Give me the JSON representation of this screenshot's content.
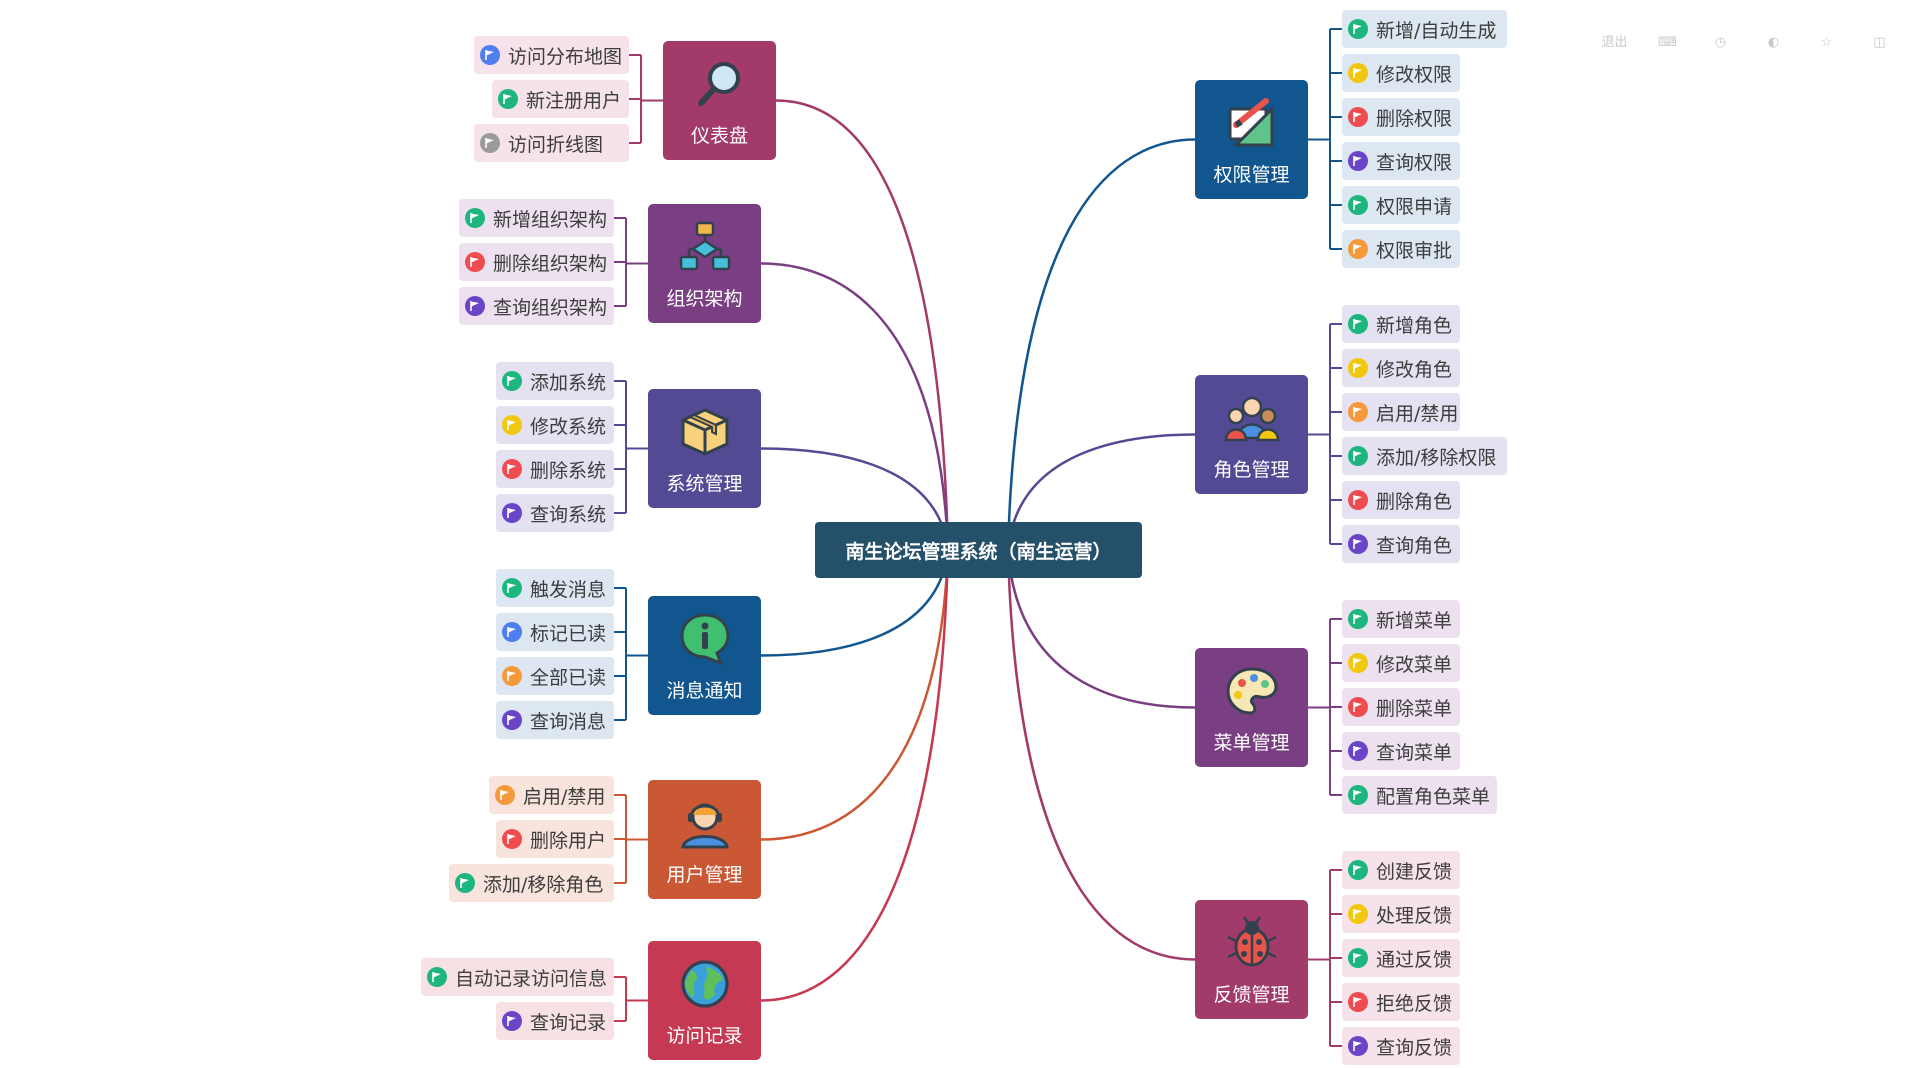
{
  "toolbar": {
    "items": [
      {
        "icon": "exit-icon",
        "label": "退出"
      },
      {
        "icon": "keyboard-icon",
        "label": ""
      },
      {
        "icon": "clock-icon",
        "label": ""
      },
      {
        "icon": "theme-icon",
        "label": ""
      },
      {
        "icon": "star-icon",
        "label": ""
      },
      {
        "icon": "panel-icon",
        "label": ""
      }
    ]
  },
  "mindmap": {
    "root": "南生论坛管理系统（南生运营）",
    "colors": {
      "root": "#24506a",
      "flag_green": "#1db67e",
      "flag_yellow": "#f2c80f",
      "flag_red": "#ef4c4f",
      "flag_purple": "#6a45c8",
      "flag_blue": "#4f7ef0",
      "flag_orange": "#f59a3b",
      "flag_gray": "#9a9a9a"
    },
    "branches": [
      {
        "label": "仪表盘",
        "icon": "magnifier-icon",
        "color": "#a23a6a",
        "leaf_bg": "#f5e2ea",
        "side": "left",
        "children": [
          {
            "label": "访问分布地图",
            "flag": "blue"
          },
          {
            "label": "新注册用户",
            "flag": "green"
          },
          {
            "label": "访问折线图",
            "flag": "gray"
          }
        ]
      },
      {
        "label": "组织架构",
        "icon": "org-chart-icon",
        "color": "#7a3e82",
        "leaf_bg": "#ede1ef",
        "side": "left",
        "children": [
          {
            "label": "新增组织架构",
            "flag": "green"
          },
          {
            "label": "删除组织架构",
            "flag": "red"
          },
          {
            "label": "查询组织架构",
            "flag": "purple"
          }
        ]
      },
      {
        "label": "系统管理",
        "icon": "box-icon",
        "color": "#534a94",
        "leaf_bg": "#e4e2f0",
        "side": "left",
        "children": [
          {
            "label": "添加系统",
            "flag": "green"
          },
          {
            "label": "修改系统",
            "flag": "yellow"
          },
          {
            "label": "删除系统",
            "flag": "red"
          },
          {
            "label": "查询系统",
            "flag": "purple"
          }
        ]
      },
      {
        "label": "消息通知",
        "icon": "info-bubble-icon",
        "color": "#11568f",
        "leaf_bg": "#dde7f1",
        "side": "left",
        "children": [
          {
            "label": "触发消息",
            "flag": "green"
          },
          {
            "label": "标记已读",
            "flag": "blue"
          },
          {
            "label": "全部已读",
            "flag": "orange"
          },
          {
            "label": "查询消息",
            "flag": "purple"
          }
        ]
      },
      {
        "label": "用户管理",
        "icon": "user-headset-icon",
        "color": "#cb5834",
        "leaf_bg": "#f8e4dd",
        "side": "left",
        "children": [
          {
            "label": "启用/禁用",
            "flag": "orange"
          },
          {
            "label": "删除用户",
            "flag": "red"
          },
          {
            "label": "添加/移除角色",
            "flag": "green"
          }
        ]
      },
      {
        "label": "访问记录",
        "icon": "globe-icon",
        "color": "#c53a52",
        "leaf_bg": "#f7e1e4",
        "side": "left",
        "children": [
          {
            "label": "自动记录访问信息",
            "flag": "green"
          },
          {
            "label": "查询记录",
            "flag": "purple"
          }
        ]
      },
      {
        "label": "权限管理",
        "icon": "ruler-pencil-icon",
        "color": "#11568f",
        "leaf_bg": "#dde7f1",
        "side": "right",
        "children": [
          {
            "label": "新增/自动生成",
            "flag": "green"
          },
          {
            "label": "修改权限",
            "flag": "yellow"
          },
          {
            "label": "删除权限",
            "flag": "red"
          },
          {
            "label": "查询权限",
            "flag": "purple"
          },
          {
            "label": "权限申请",
            "flag": "green"
          },
          {
            "label": "权限审批",
            "flag": "orange"
          }
        ]
      },
      {
        "label": "角色管理",
        "icon": "people-icon",
        "color": "#534a94",
        "leaf_bg": "#e4e2f0",
        "side": "right",
        "children": [
          {
            "label": "新增角色",
            "flag": "green"
          },
          {
            "label": "修改角色",
            "flag": "yellow"
          },
          {
            "label": "启用/禁用",
            "flag": "orange"
          },
          {
            "label": "添加/移除权限",
            "flag": "green"
          },
          {
            "label": "删除角色",
            "flag": "red"
          },
          {
            "label": "查询角色",
            "flag": "purple"
          }
        ]
      },
      {
        "label": "菜单管理",
        "icon": "palette-icon",
        "color": "#7a3e82",
        "leaf_bg": "#ede1ef",
        "side": "right",
        "children": [
          {
            "label": "新增菜单",
            "flag": "green"
          },
          {
            "label": "修改菜单",
            "flag": "yellow"
          },
          {
            "label": "删除菜单",
            "flag": "red"
          },
          {
            "label": "查询菜单",
            "flag": "purple"
          },
          {
            "label": "配置角色菜单",
            "flag": "green"
          }
        ]
      },
      {
        "label": "反馈管理",
        "icon": "ladybug-icon",
        "color": "#a23a6a",
        "leaf_bg": "#f5e2ea",
        "side": "right",
        "children": [
          {
            "label": "创建反馈",
            "flag": "green"
          },
          {
            "label": "处理反馈",
            "flag": "yellow"
          },
          {
            "label": "通过反馈",
            "flag": "green"
          },
          {
            "label": "拒绝反馈",
            "flag": "red"
          },
          {
            "label": "查询反馈",
            "flag": "purple"
          }
        ]
      }
    ]
  }
}
